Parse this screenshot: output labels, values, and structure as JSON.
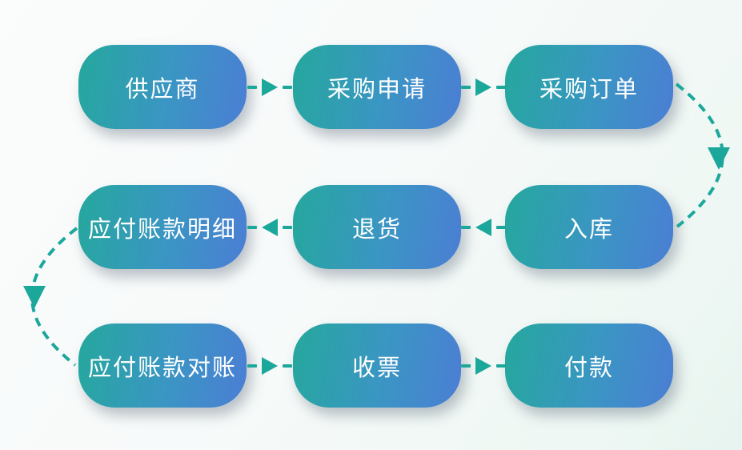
{
  "diagram": {
    "type": "flowchart",
    "description": "Procurement / accounts-payable process flow, 3x3 serpentine layout",
    "colors": {
      "accent": "#1CA79B",
      "node_gradient_from": "#25A89D",
      "node_gradient_to": "#4B7ED4",
      "node_text": "#FFFFFF",
      "background_from": "#FBFCFC",
      "background_to": "#E7F4EF"
    },
    "rows": [
      [
        "供应商",
        "采购申请",
        "采购订单"
      ],
      [
        "应付账款明细",
        "退货",
        "入库"
      ],
      [
        "应付账款对账",
        "收票",
        "付款"
      ]
    ]
  },
  "nodes": [
    {
      "id": "supplier",
      "label": "供应商"
    },
    {
      "id": "purchase-request",
      "label": "采购申请"
    },
    {
      "id": "purchase-order",
      "label": "采购订单"
    },
    {
      "id": "ap-detail",
      "label": "应付账款明细"
    },
    {
      "id": "goods-return",
      "label": "退货"
    },
    {
      "id": "stock-in",
      "label": "入库"
    },
    {
      "id": "ap-reconciliation",
      "label": "应付账款对账"
    },
    {
      "id": "invoice-receipt",
      "label": "收票"
    },
    {
      "id": "payment",
      "label": "付款"
    }
  ],
  "edges": [
    {
      "from": "供应商",
      "to": "采购申请",
      "style": "dashed-arrow-right"
    },
    {
      "from": "采购申请",
      "to": "采购订单",
      "style": "dashed-arrow-right"
    },
    {
      "from": "采购订单",
      "to": "入库",
      "style": "dashed-curve-right-down"
    },
    {
      "from": "入库",
      "to": "退货",
      "style": "dashed-arrow-left"
    },
    {
      "from": "退货",
      "to": "应付账款明细",
      "style": "dashed-arrow-left"
    },
    {
      "from": "应付账款明细",
      "to": "应付账款对账",
      "style": "dashed-curve-left-down"
    },
    {
      "from": "应付账款对账",
      "to": "收票",
      "style": "dashed-arrow-right"
    },
    {
      "from": "收票",
      "to": "付款",
      "style": "dashed-arrow-right"
    }
  ]
}
